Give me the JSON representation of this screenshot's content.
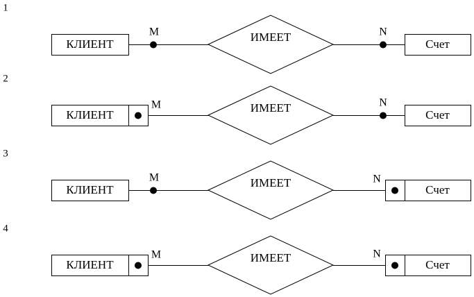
{
  "colors": {
    "stroke": "#000000",
    "background": "#ffffff"
  },
  "variants": [
    {
      "number": "1",
      "entity_left": "КЛИЕНТ",
      "relationship": "ИМЕЕТ",
      "entity_right": "Счет",
      "card_left": "M",
      "card_right": "N",
      "left_box": false,
      "right_box": false
    },
    {
      "number": "2",
      "entity_left": "КЛИЕНТ",
      "relationship": "ИМЕЕТ",
      "entity_right": "Счет",
      "card_left": "M",
      "card_right": "N",
      "left_box": true,
      "right_box": false
    },
    {
      "number": "3",
      "entity_left": "КЛИЕНТ",
      "relationship": "ИМЕЕТ",
      "entity_right": "Счет",
      "card_left": "M",
      "card_right": "N",
      "left_box": false,
      "right_box": true
    },
    {
      "number": "4",
      "entity_left": "КЛИЕНТ",
      "relationship": "ИМЕЕТ",
      "entity_right": "Счет",
      "card_left": "M",
      "card_right": "N",
      "left_box": true,
      "right_box": true
    }
  ]
}
